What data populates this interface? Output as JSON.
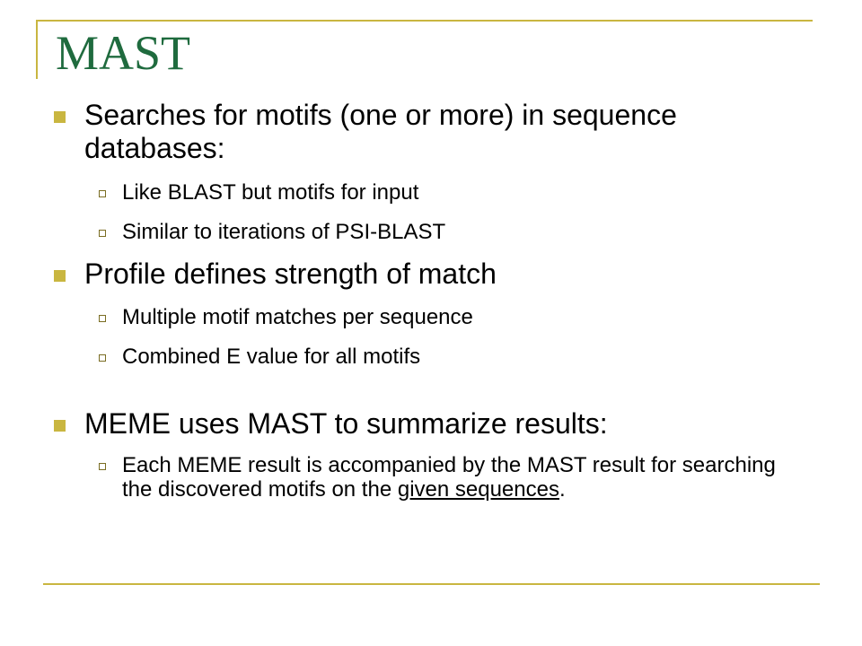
{
  "slide": {
    "title": "MAST",
    "bullets": [
      {
        "text": "Searches for motifs (one or more) in sequence databases:",
        "sub": [
          "Like BLAST but motifs for input",
          "Similar to iterations of PSI-BLAST"
        ]
      },
      {
        "text": "Profile defines strength of match",
        "sub": [
          "Multiple motif matches per sequence",
          "Combined E value for all motifs"
        ]
      },
      {
        "text": "MEME uses MAST to summarize results:",
        "sub_parts": {
          "before": "Each MEME result is accompanied by the MAST result for searching the discovered motifs on the ",
          "link": "given sequences",
          "after": "."
        }
      }
    ]
  },
  "colors": {
    "title": "#1f6b3e",
    "accent": "#c9b640"
  }
}
